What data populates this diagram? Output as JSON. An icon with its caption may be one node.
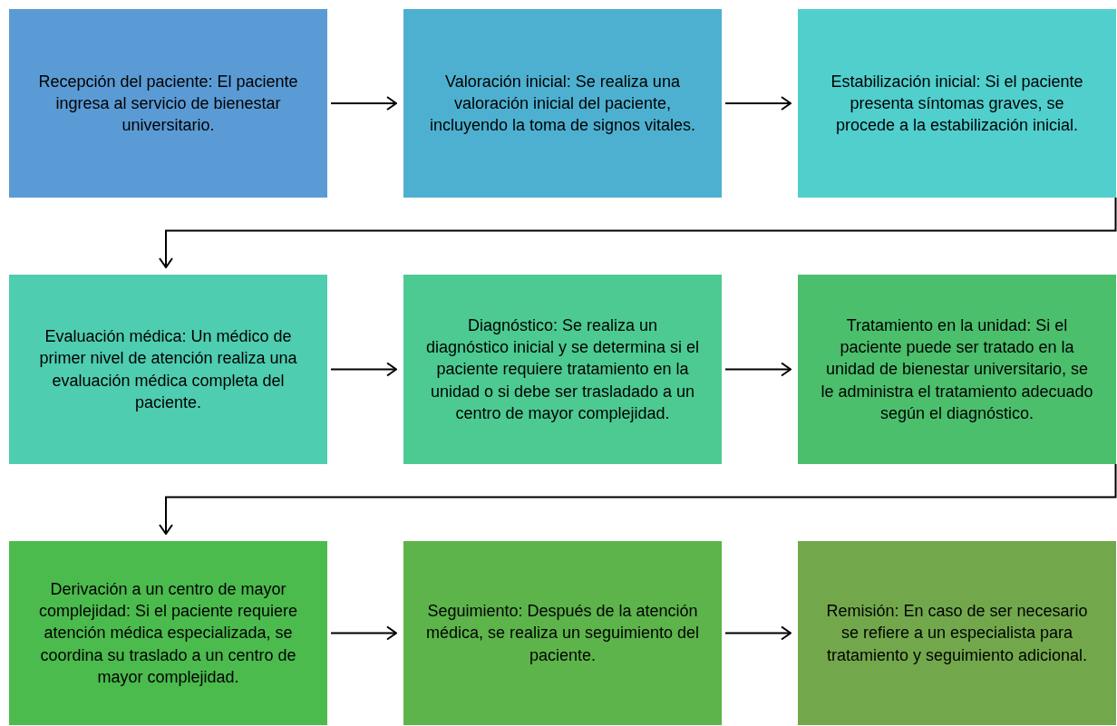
{
  "diagram": {
    "nodes": [
      {
        "text": [
          "Recepción del paciente: El paciente ingresa al servicio de bienestar universitario."
        ]
      },
      {
        "text": [
          "Valoración inicial: Se realiza una valoración inicial del paciente, incluyendo la toma de signos vitales."
        ]
      },
      {
        "text": [
          "Estabilización inicial: Si el paciente presenta síntomas graves, se procede a la estabilización inicial."
        ]
      },
      {
        "text": [
          "Evaluación médica: Un médico de primer nivel de atención realiza una evaluación médica completa del paciente."
        ]
      },
      {
        "text": [
          "Diagnóstico: Se realiza un diagnóstico inicial y se determina si el paciente requiere tratamiento en la unidad o si debe ser trasladado a un centro de mayor complejidad."
        ]
      },
      {
        "text": [
          "Tratamiento en la unidad: Si el paciente puede ser tratado en la unidad de bienestar universitario, se le administra el tratamiento adecuado según el diagnóstico."
        ]
      },
      {
        "text": [
          "Derivación a un centro de mayor complejidad: Si el paciente requiere atención médica especializada, se coordina su traslado a un centro de mayor complejidad."
        ]
      },
      {
        "text": [
          "Seguimiento: Después de la atención médica, se realiza un seguimiento del paciente."
        ]
      },
      {
        "text": [
          "Remisión: En caso de ser necesario se refiere a un especialista para tratamiento y seguimiento adicional."
        ]
      }
    ],
    "edges": [
      {
        "from": 0,
        "to": 1,
        "arrow": "to"
      },
      {
        "from": 1,
        "to": 2,
        "arrow": "to"
      },
      {
        "from": 2,
        "to": 3,
        "arrow": "to"
      },
      {
        "from": 3,
        "to": 4,
        "arrow": "to"
      },
      {
        "from": 4,
        "to": 5,
        "arrow": "to"
      },
      {
        "from": 5,
        "to": 6,
        "arrow": "to"
      },
      {
        "from": 6,
        "to": 7,
        "arrow": "to"
      },
      {
        "from": 7,
        "to": 8,
        "arrow": "to"
      }
    ]
  }
}
